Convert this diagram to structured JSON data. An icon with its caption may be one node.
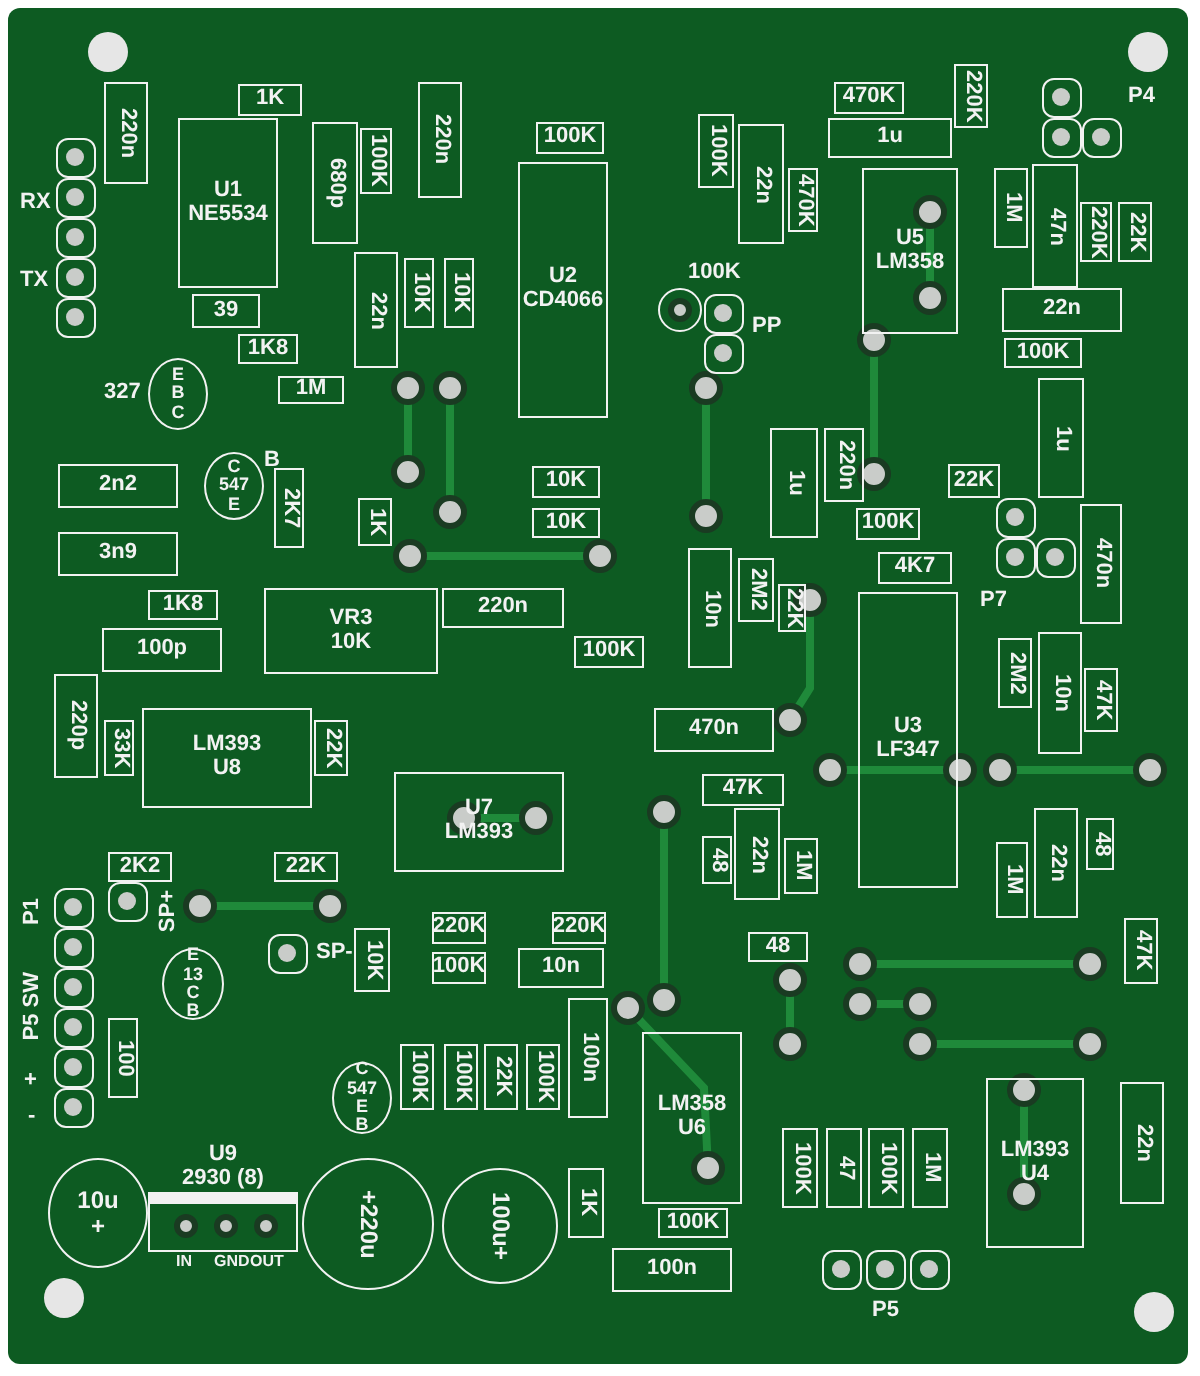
{
  "diagram": {
    "nodes": [
      {
        "text": [
          "220n"
        ]
      },
      {
        "text": [
          "1K"
        ]
      },
      {
        "text": [
          "U1",
          "NE5534"
        ]
      },
      {
        "text": [
          "680p"
        ]
      },
      {
        "text": [
          "100K"
        ]
      },
      {
        "text": [
          "220n"
        ]
      },
      {
        "text": [
          "100K"
        ]
      },
      {
        "text": [
          "U2",
          "CD4066"
        ]
      },
      {
        "text": [
          "39"
        ]
      },
      {
        "text": [
          "22n"
        ]
      },
      {
        "text": [
          "10K"
        ]
      },
      {
        "text": [
          "10K"
        ]
      },
      {
        "text": [
          "1K8"
        ]
      },
      {
        "text": [
          "1M"
        ]
      },
      {
        "text": [
          "E",
          "B",
          "C"
        ],
        "beside": [
          "327"
        ]
      },
      {
        "text": [
          "100K"
        ]
      },
      {
        "text": [
          "22n"
        ]
      },
      {
        "text": [
          "470K"
        ]
      },
      {
        "text": [
          "220K"
        ]
      },
      {
        "text": [
          "1u"
        ]
      },
      {
        "text": [
          "470K"
        ]
      },
      {
        "text": [
          "U5",
          "LM358"
        ]
      },
      {
        "text": [],
        "shape": "box",
        "beside": [
          "P4"
        ]
      },
      {
        "text": [
          "1M"
        ]
      },
      {
        "text": [
          "47n"
        ]
      },
      {
        "text": [
          "220K"
        ]
      },
      {
        "text": [
          "22K"
        ]
      },
      {
        "text": [
          "22n"
        ]
      },
      {
        "text": [
          "100K"
        ]
      },
      {
        "text": [],
        "shape": "circle",
        "beside": [
          "100K"
        ]
      },
      {
        "text": [],
        "shape": "box",
        "beside": [
          "PP"
        ]
      },
      {
        "text": [
          "1u"
        ]
      },
      {
        "text": [
          "2n2"
        ]
      },
      {
        "text": [
          "C",
          "547",
          "E"
        ],
        "beside": [
          "B"
        ]
      },
      {
        "text": [
          "2K7"
        ]
      },
      {
        "text": [
          "3n9"
        ]
      },
      {
        "text": [
          "1K"
        ]
      },
      {
        "text": [
          "10K"
        ]
      },
      {
        "text": [
          "10K"
        ]
      },
      {
        "text": [
          "1K8"
        ]
      },
      {
        "text": [
          "VR3",
          "10K"
        ]
      },
      {
        "text": [
          "220n"
        ]
      },
      {
        "text": [
          "100p"
        ]
      },
      {
        "text": [
          "100K"
        ]
      },
      {
        "text": [
          "220p"
        ]
      },
      {
        "text": [
          "33K"
        ]
      },
      {
        "text": [
          "LM393",
          "U8"
        ]
      },
      {
        "text": [
          "22K"
        ]
      },
      {
        "text": [
          "U7",
          "LM393"
        ]
      },
      {
        "text": [
          "2K2"
        ]
      },
      {
        "text": [
          "22K"
        ]
      },
      {
        "text": [
          "1u"
        ]
      },
      {
        "text": [
          "220n"
        ]
      },
      {
        "text": [
          "22K"
        ]
      },
      {
        "text": [
          "100K"
        ]
      },
      {
        "text": [],
        "shape": "box",
        "beside": [
          "P7"
        ]
      },
      {
        "text": [
          "470n"
        ]
      },
      {
        "text": [
          "4K7"
        ]
      },
      {
        "text": [
          "10n"
        ]
      },
      {
        "text": [
          "2M2"
        ]
      },
      {
        "text": [
          "22K"
        ]
      },
      {
        "text": [
          "U3",
          "LF347"
        ]
      },
      {
        "text": [
          "2M2"
        ]
      },
      {
        "text": [
          "10n"
        ]
      },
      {
        "text": [
          "47K"
        ]
      },
      {
        "text": [
          "470n"
        ]
      },
      {
        "text": [
          "47K"
        ]
      },
      {
        "text": [
          "48"
        ]
      },
      {
        "text": [
          "22n"
        ]
      },
      {
        "text": [
          "1M"
        ]
      },
      {
        "text": [
          "1M"
        ]
      },
      {
        "text": [
          "22n"
        ]
      },
      {
        "text": [
          "48"
        ]
      },
      {
        "text": [
          "47K"
        ]
      },
      {
        "text": [
          "48"
        ]
      },
      {
        "text": [],
        "shape": "box",
        "beside": [
          "P1",
          "P5 SW",
          "+",
          "-"
        ]
      },
      {
        "text": [],
        "shape": "box",
        "beside": [
          "SP+"
        ]
      },
      {
        "text": [],
        "shape": "box",
        "beside": [
          "SP-"
        ]
      },
      {
        "text": [
          "E",
          "13",
          "C",
          "B"
        ]
      },
      {
        "text": [
          "10K"
        ]
      },
      {
        "text": [
          "220K"
        ]
      },
      {
        "text": [
          "220K"
        ]
      },
      {
        "text": [
          "100K"
        ]
      },
      {
        "text": [
          "10n"
        ]
      },
      {
        "text": [
          "100"
        ]
      },
      {
        "text": [
          "C",
          "547",
          "E",
          "B"
        ]
      },
      {
        "text": [
          "100K"
        ]
      },
      {
        "text": [
          "100K"
        ]
      },
      {
        "text": [
          "22K"
        ]
      },
      {
        "text": [
          "100K"
        ]
      },
      {
        "text": [
          "100n"
        ]
      },
      {
        "text": [
          "10u",
          "+"
        ]
      },
      {
        "text": [
          "U9",
          "2930 (8)"
        ],
        "beside": [
          "IN",
          "GND",
          "OUT"
        ]
      },
      {
        "text": [
          "+",
          "220u"
        ]
      },
      {
        "text": [
          "100u",
          "+"
        ]
      },
      {
        "text": [
          "1K"
        ]
      },
      {
        "text": [
          "LM358",
          "U6"
        ]
      },
      {
        "text": [
          "100K"
        ]
      },
      {
        "text": [
          "100n"
        ]
      },
      {
        "text": [
          "100K"
        ]
      },
      {
        "text": [
          "47"
        ]
      },
      {
        "text": [
          "100K"
        ]
      },
      {
        "text": [
          "1M"
        ]
      },
      {
        "text": [],
        "shape": "box",
        "beside": [
          "P5"
        ]
      },
      {
        "text": [
          "LM393",
          "U4"
        ]
      },
      {
        "text": [
          "22n"
        ]
      },
      {
        "text": [],
        "shape": "box",
        "beside": [
          "RX",
          "TX"
        ]
      }
    ]
  }
}
